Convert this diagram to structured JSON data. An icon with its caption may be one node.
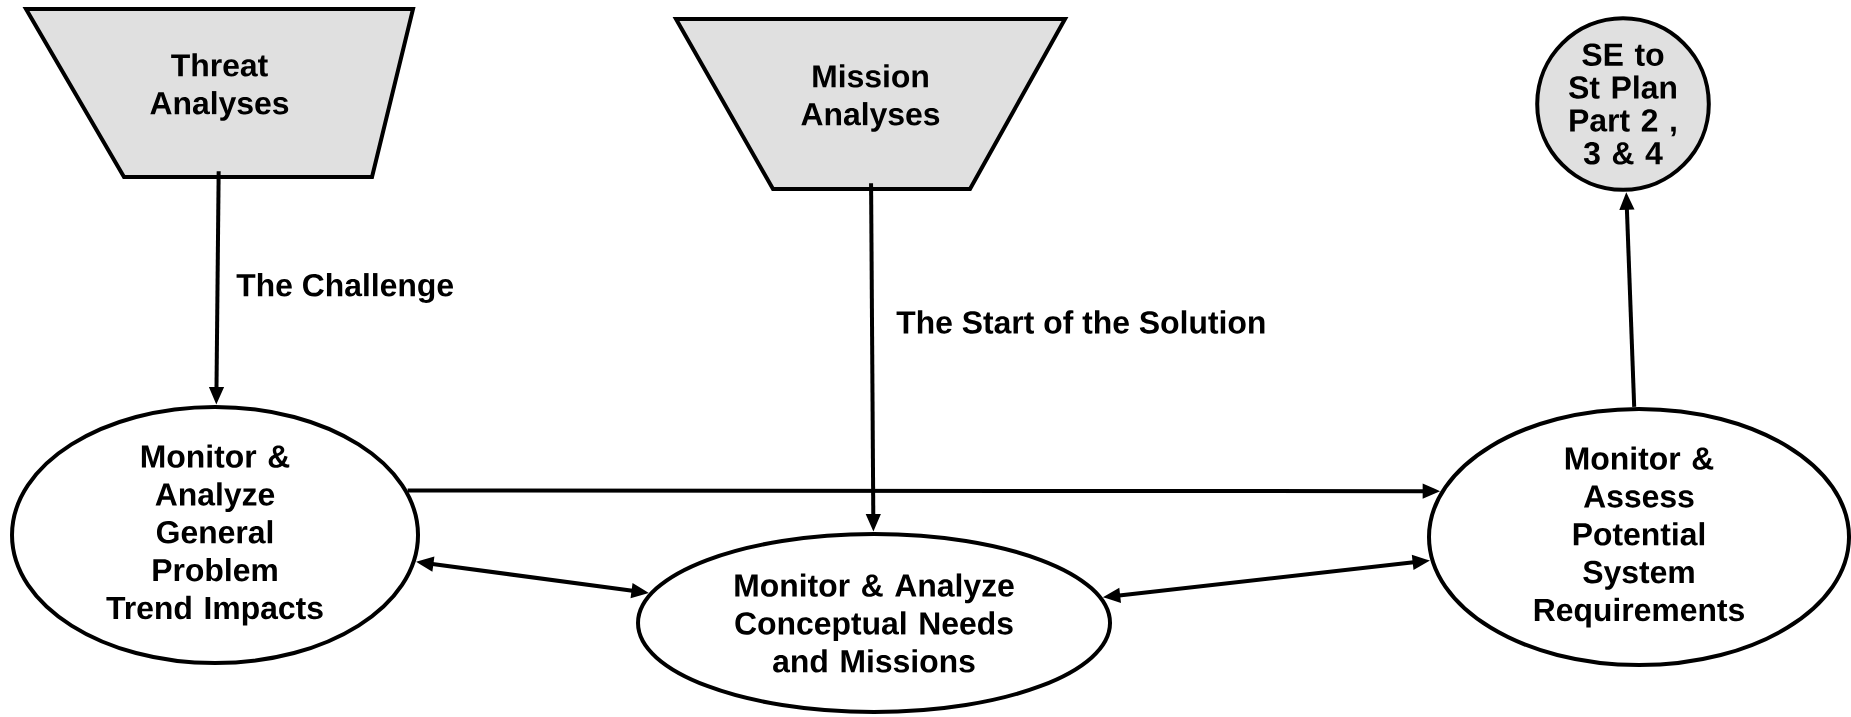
{
  "diagram": {
    "nodes": [
      {
        "text": [
          "Threat Analyses"
        ]
      },
      {
        "text": [
          "Mission Analyses"
        ]
      },
      {
        "text": [
          "SE to St Plan Part 2 , 3 & 4"
        ]
      },
      {
        "text": [
          "Monitor & Analyze General Problem Trend Impacts"
        ]
      },
      {
        "text": [
          "Monitor & Analyze Conceptual Needs and Missions"
        ]
      },
      {
        "text": [
          "Monitor & Assess Potential System Requirements"
        ]
      }
    ],
    "edges": [
      {
        "from": 0,
        "to": 3,
        "arrow": "to",
        "label": "The Challenge"
      },
      {
        "from": 1,
        "to": 4,
        "arrow": "to",
        "label": "The Start of the Solution"
      },
      {
        "from": 5,
        "to": 2,
        "arrow": "to"
      },
      {
        "from": 3,
        "to": 5,
        "arrow": "to"
      },
      {
        "from": 3,
        "to": 4,
        "arrow": "both"
      },
      {
        "from": 4,
        "to": 5,
        "arrow": "both"
      }
    ]
  }
}
